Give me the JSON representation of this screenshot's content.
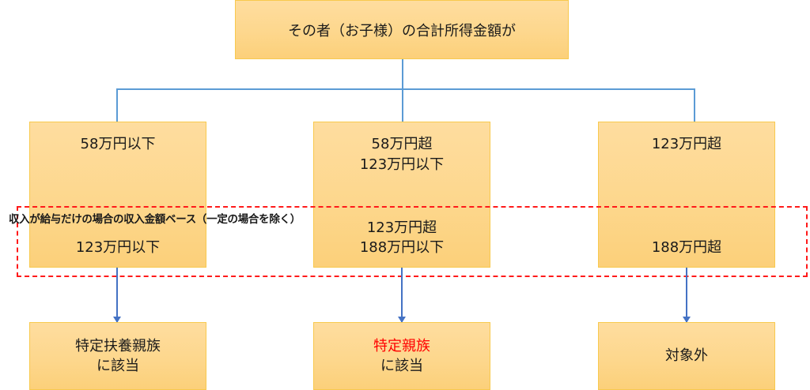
{
  "root": {
    "label": "その者（お子様）の合計所得金額が"
  },
  "branches": [
    {
      "upper": [
        "58万円以下"
      ],
      "lower": [
        "123万円以下"
      ],
      "result": [
        "特定扶養親族",
        "に該当"
      ],
      "result_highlight": false
    },
    {
      "upper": [
        "58万円超",
        "123万円以下"
      ],
      "lower": [
        "123万円超",
        "188万円以下"
      ],
      "result": [
        "特定親族",
        "に該当"
      ],
      "result_highlight": true
    },
    {
      "upper": [
        "123万円超"
      ],
      "lower": [
        "188万円超"
      ],
      "result": [
        "対象外"
      ],
      "result_highlight": false
    }
  ],
  "salary_note": "収入が給与だけの場合の収入金額ベース（一定の場合を除く）",
  "colors": {
    "box_fill": "#fdd78d",
    "box_border": "#f8c94e",
    "connector": "#5b9bd5",
    "arrow": "#4472c4",
    "dash": "#ff1a1a",
    "highlight": "#ff0000"
  }
}
